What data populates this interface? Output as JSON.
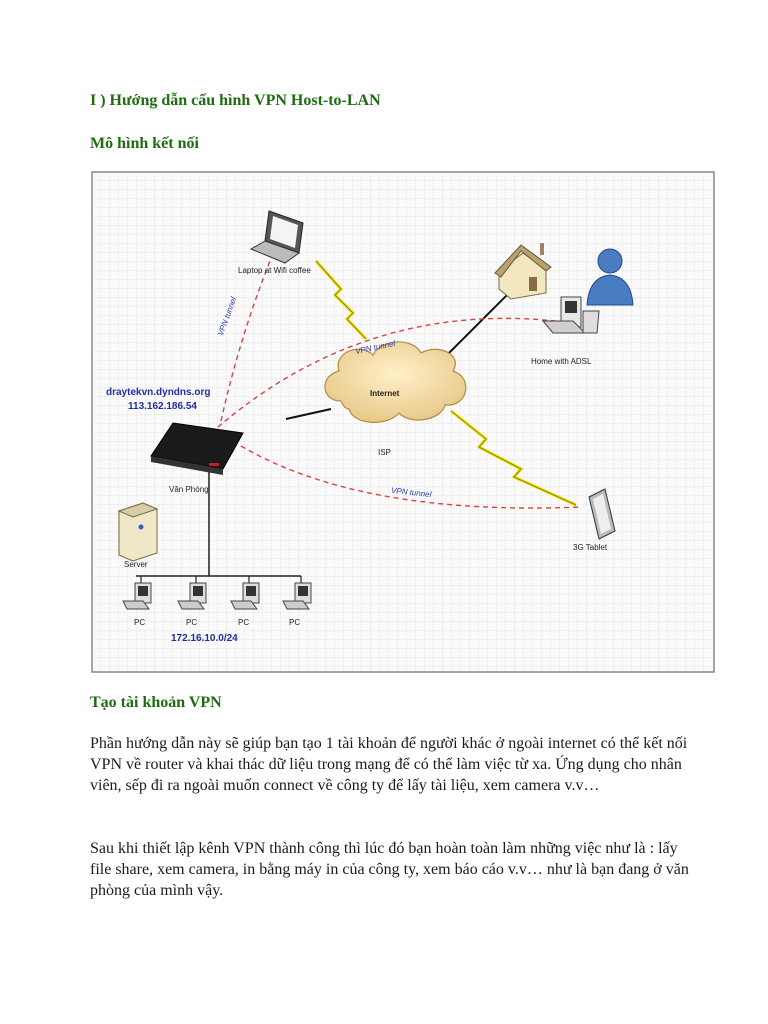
{
  "doc": {
    "heading_main": "I )   Hướng dẫn cấu hình VPN Host-to-LAN",
    "heading_model": "Mô hình kết nối",
    "heading_account": "Tạo tài khoản VPN",
    "paragraph1": "Phần hướng dẫn này sẽ giúp bạn tạo 1 tài khoản để người khác ở ngoài internet có thể kết nối VPN về router và khai thác dữ liệu trong mạng để có thể làm việc từ xa. Ứng dụng cho nhân viên, sếp đi ra ngoài muốn connect về công ty để lấy tài liệu, xem camera v.v…",
    "paragraph2": "Sau khi thiết lập kênh VPN thành công thì lúc đó bạn hoàn toàn làm những việc như là : lấy file share, xem camera, in bằng máy in của công ty, xem báo cáo v.v… như là bạn đang ở văn phòng của mình vậy."
  },
  "diagram": {
    "laptop_label": "Laptop at Wifi coffee",
    "home_label": "Home with ADSL",
    "internet_label": "Internet",
    "isp_label": "ISP",
    "router_label": "Văn Phòng",
    "server_label": "Server",
    "tablet_label": "3G Tablet",
    "ddns_host": "draytekvn.dyndns.org",
    "wan_ip": "113.162.186.54",
    "lan_subnet": "172.16.10.0/24",
    "pc_labels": [
      "PC",
      "PC",
      "PC",
      "PC"
    ],
    "tunnel_label_laptop": "VPN tunnel",
    "tunnel_label_home": "VPN tunnel",
    "tunnel_label_tablet": "VPN tunnel",
    "colors": {
      "heading": "#1f6b12",
      "tunnel": "#e04040",
      "ip_text": "#1e2ea8",
      "grid": "#c8c8c8"
    }
  }
}
